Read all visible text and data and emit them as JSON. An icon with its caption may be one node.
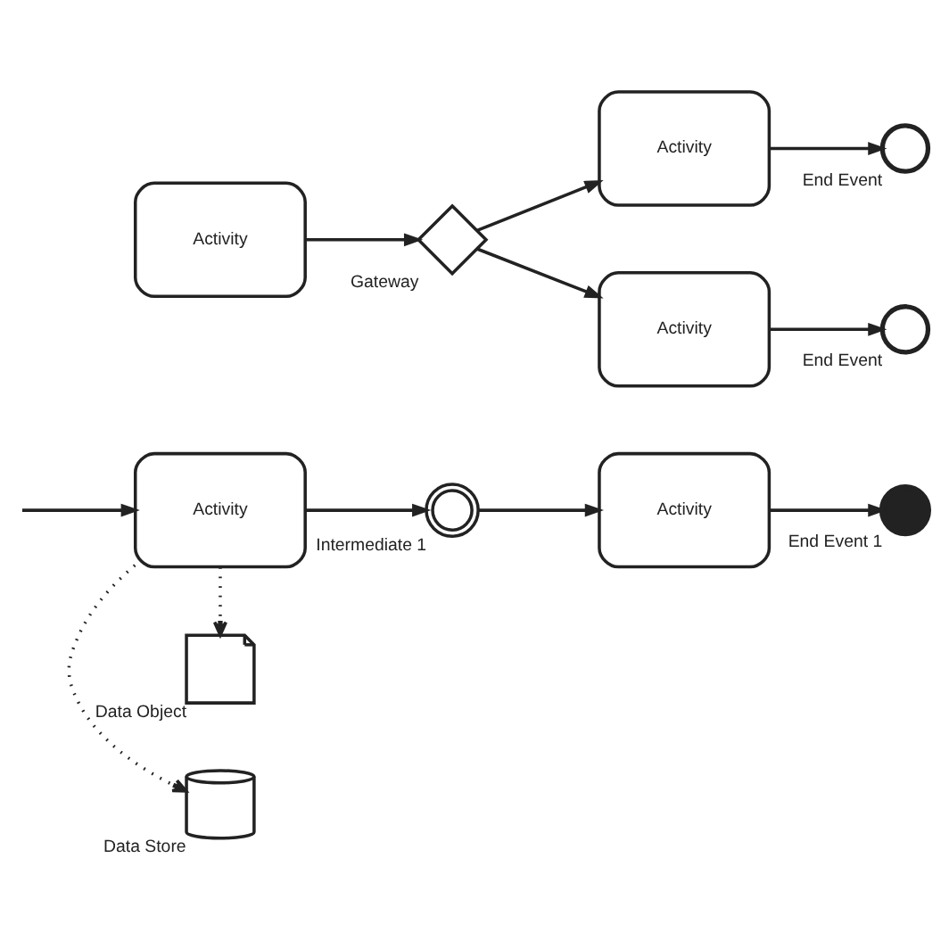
{
  "diagram": {
    "nodes": [
      {
        "text": [
          "Activity"
        ]
      },
      {
        "text": [],
        "shape": "circle",
        "beside": [
          "Intermediate 1"
        ]
      },
      {
        "text": [
          "Activity"
        ]
      },
      {
        "text": [],
        "shape": "circle",
        "beside": [
          "End Event 1"
        ]
      },
      {
        "text": [],
        "shape": "cylinder",
        "beside": [
          "Data Store"
        ]
      },
      {
        "text": [],
        "shape": "document",
        "beside": [
          "Data Object"
        ]
      },
      {
        "text": [
          "Activity"
        ]
      },
      {
        "text": [],
        "shape": "diamond",
        "beside": [
          "Gateway"
        ]
      },
      {
        "text": [
          "Activity"
        ]
      },
      {
        "text": [],
        "shape": "circle",
        "beside": [
          "End Event"
        ]
      },
      {
        "text": [
          "Activity"
        ]
      },
      {
        "text": [],
        "shape": "circle",
        "beside": [
          "End Event"
        ]
      }
    ],
    "edges": [
      {
        "from": null,
        "to": 0,
        "arrow": "to"
      },
      {
        "from": 0,
        "to": 1,
        "arrow": "to"
      },
      {
        "from": 1,
        "to": 2,
        "arrow": "to"
      },
      {
        "from": 2,
        "to": 3,
        "arrow": "to"
      },
      {
        "from": 0,
        "to": 4,
        "arrow": "to",
        "style": "dashed"
      },
      {
        "from": 0,
        "to": 5,
        "arrow": "to",
        "style": "dashed"
      },
      {
        "from": 6,
        "to": 7,
        "arrow": "to"
      },
      {
        "from": 7,
        "to": 8,
        "arrow": "to"
      },
      {
        "from": 8,
        "to": 9,
        "arrow": "to"
      },
      {
        "from": 7,
        "to": 10,
        "arrow": "to"
      },
      {
        "from": 10,
        "to": 11,
        "arrow": "to"
      }
    ]
  }
}
